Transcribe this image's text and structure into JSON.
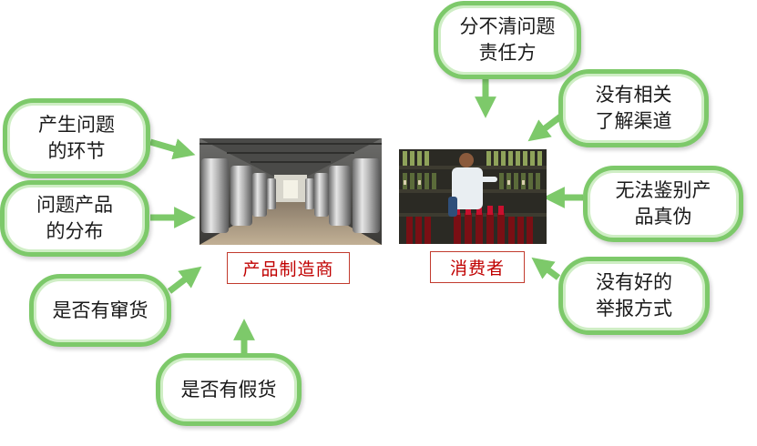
{
  "colors": {
    "bubble_border": "#7dc96a",
    "bubble_inner": "#cfeec5",
    "arrow": "#7dc96a",
    "label_text": "#c00000",
    "label_border": "#c23b2e"
  },
  "nodes": {
    "manufacturer": {
      "label": "产品制造商",
      "image": "winery-tank-hall-photo"
    },
    "consumer": {
      "label": "消费者",
      "image": "wine-shelf-shopper-photo"
    }
  },
  "bubbles": {
    "problem_stage": "产生问题\n的环节",
    "product_distribution": "问题产品\n的分布",
    "diverted_goods": "是否有窜货",
    "counterfeit_goods": "是否有假货",
    "unclear_responsibility": "分不清问题\n责任方",
    "no_channel": "没有相关\n了解渠道",
    "cannot_identify": "无法鉴别产\n品真伪",
    "no_report_method": "没有好的\n举报方式"
  }
}
